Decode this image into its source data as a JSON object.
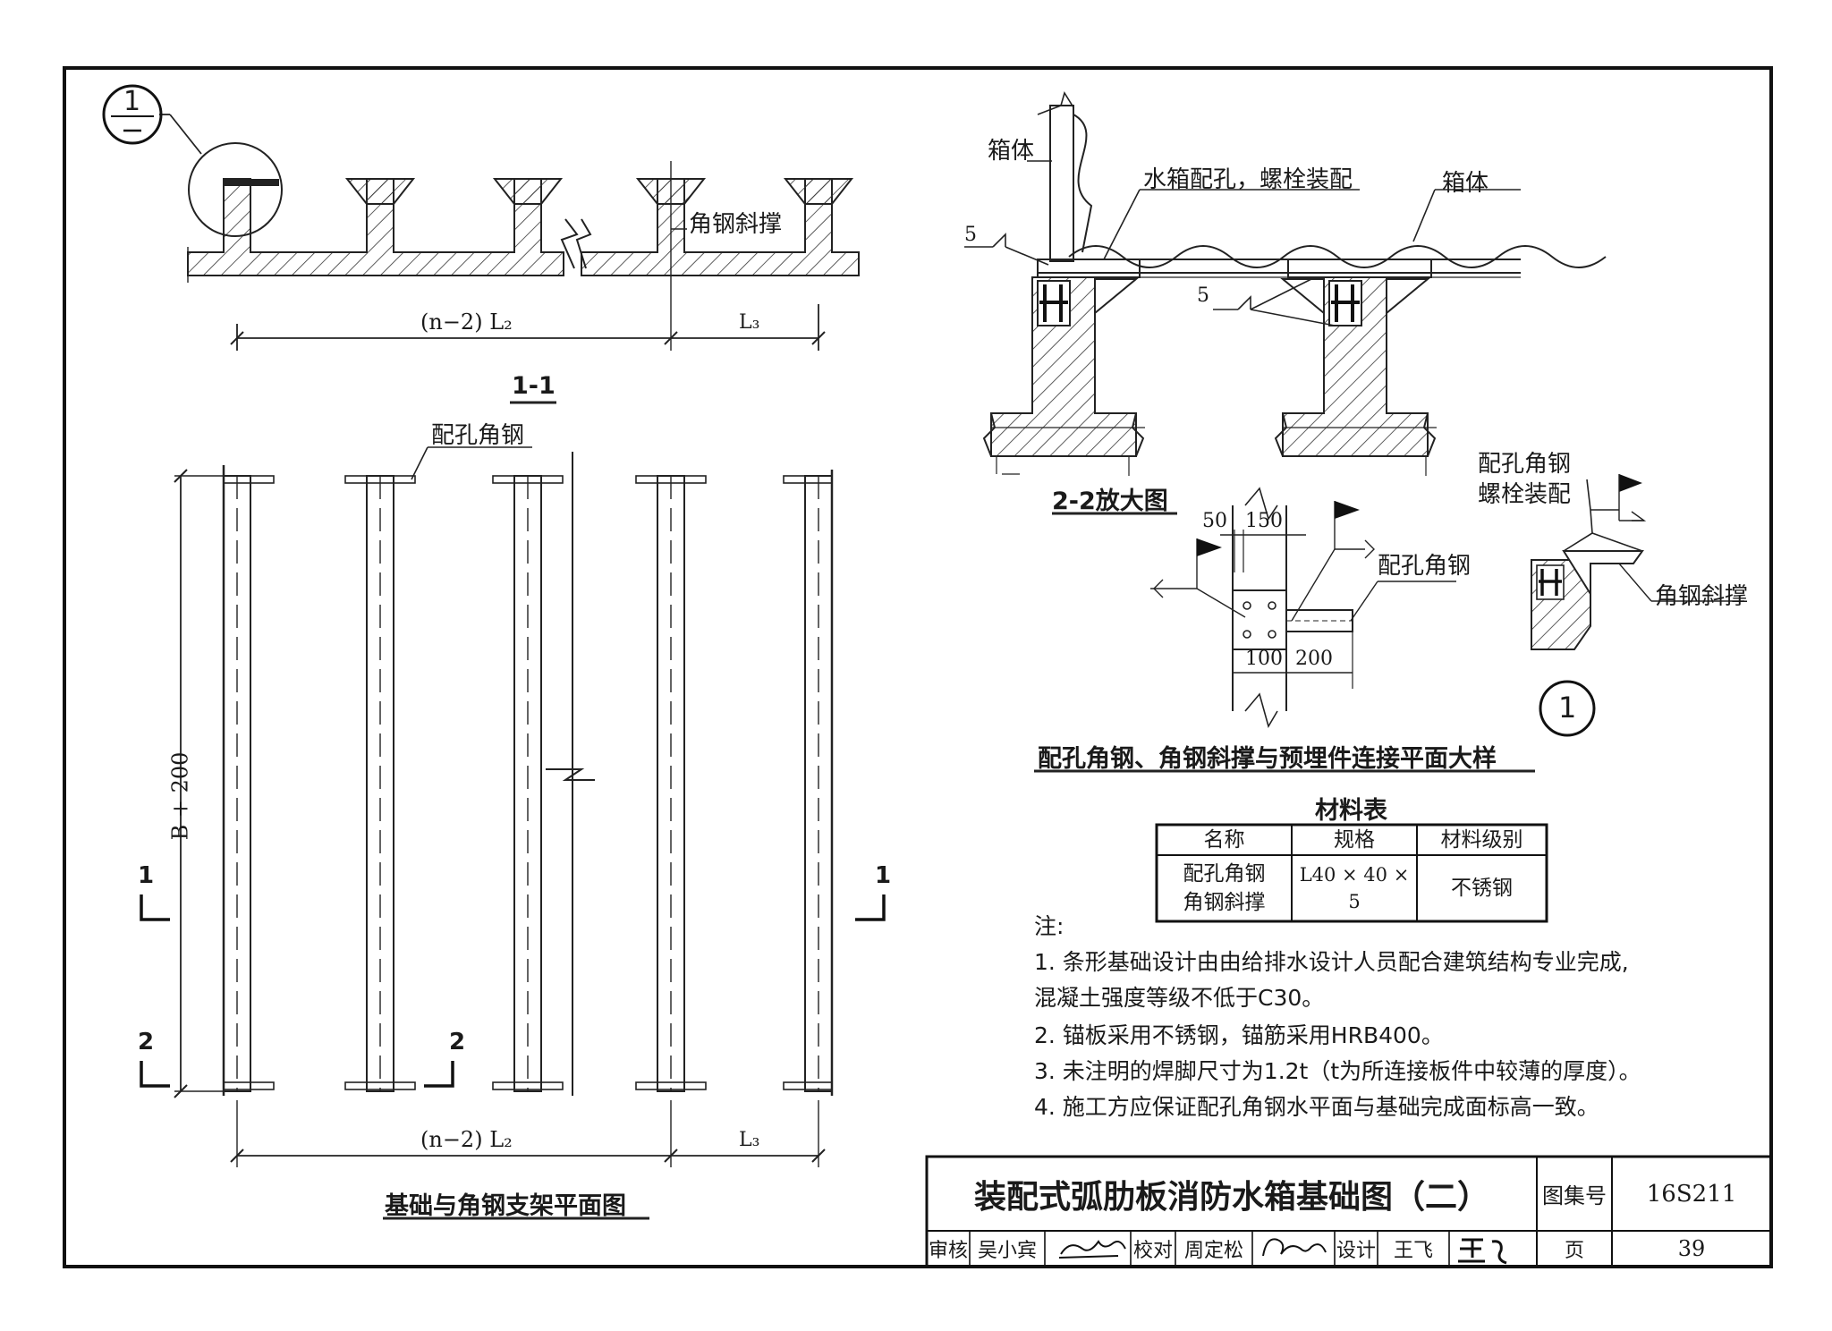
{
  "section_marker": {
    "number": "1"
  },
  "detail_marker": {
    "number": "1"
  },
  "section_1_1": {
    "title": "1-1",
    "brace_label": "角钢斜撑",
    "dim_left": "(n−2) L₂",
    "dim_right": "L₃"
  },
  "plan": {
    "title": "基础与角钢支架平面图",
    "angle_label": "配孔角钢",
    "height_dim": "B + 200",
    "dim_left": "(n−2) L₂",
    "dim_right": "L₃",
    "cut_1_left": "1",
    "cut_1_right": "1",
    "cut_2_left": "2",
    "cut_2_right": "2"
  },
  "enlarged": {
    "title": "2-2放大图",
    "tank_label_1": "箱体",
    "tank_label_2": "箱体",
    "hole_label": "水箱配孔，螺栓装配",
    "weld_1": "5",
    "weld_2": "5"
  },
  "connection": {
    "title": "配孔角钢、角钢斜撑与预埋件连接平面大样",
    "dim_50": "50",
    "dim_150": "150",
    "dim_100": "100",
    "dim_200": "200",
    "angle_label": "配孔角钢"
  },
  "detail_1": {
    "label_line1": "配孔角钢",
    "label_line2": "螺栓装配",
    "brace_label": "角钢斜撑"
  },
  "material_table": {
    "title": "材料表",
    "headers": [
      "名称",
      "规格",
      "材料级别"
    ],
    "row": {
      "name_1": "配孔角钢",
      "name_2": "角钢斜撑",
      "spec": "L40 × 40 × 5",
      "grade": "不锈钢"
    }
  },
  "notes": {
    "heading": "注:",
    "items": [
      "1.  条形基础设计由由给排水设计人员配合建筑结构专业完成,",
      "     混凝土强度等级不低于C30。",
      "2.  锚板采用不锈钢，锚筋采用HRB400。",
      "3.  未注明的焊脚尺寸为1.2t（t为所连接板件中较薄的厚度）。",
      "4.  施工方应保证配孔角钢水平面与基础完成面标高一致。"
    ]
  },
  "title_block": {
    "drawing_title": "装配式弧肋板消防水箱基础图（二）",
    "atlas_label": "图集号",
    "atlas_number": "16S211",
    "page_label": "页",
    "page_number": "39",
    "review_label": "审核",
    "reviewer": "吴小宾",
    "check_label": "校对",
    "checker": "周定松",
    "design_label": "设计",
    "designer": "王飞"
  }
}
